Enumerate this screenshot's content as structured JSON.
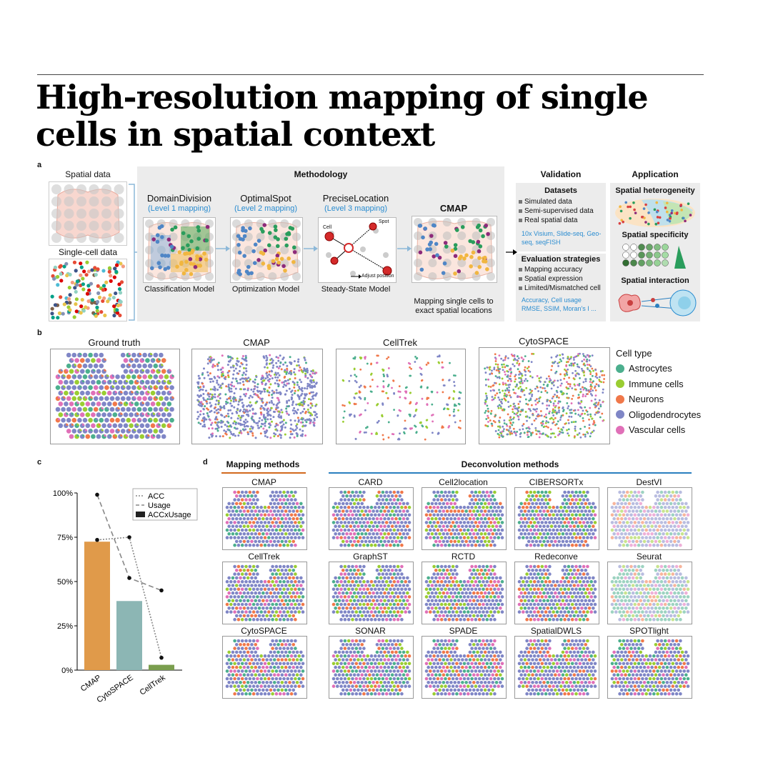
{
  "header": {
    "title": "High-resolution mapping of single cells in spatial context"
  },
  "panel_labels": {
    "a": "a",
    "b": "b",
    "c": "c",
    "d": "d"
  },
  "panel_a": {
    "spatial_data": "Spatial data",
    "single_cell_data": "Single-cell data",
    "methodology": "Methodology",
    "steps": [
      {
        "name": "DomainDivision",
        "level": "(Level 1 mapping)",
        "model": "Classification Model"
      },
      {
        "name": "OptimalSpot",
        "level": "(Level 2 mapping)",
        "model": "Optimization Model"
      },
      {
        "name": "PreciseLocation",
        "level": "(Level 3 mapping)",
        "model": "Steady-State Model"
      }
    ],
    "precise_labels": {
      "cell": "Cell",
      "spot": "Spot",
      "adjust": "Adjust position"
    },
    "cmap": {
      "title": "CMAP",
      "caption": "Mapping single cells to exact spatial locations"
    },
    "validation": {
      "title": "Validation",
      "datasets_title": "Datasets",
      "datasets": [
        "Simulated data",
        "Semi-supervised data",
        "Real spatial data"
      ],
      "datasets_examples": "10x Visium, Slide-seq, Geo-seq, seqFISH",
      "eval_title": "Evaluation strategies",
      "eval": [
        "Mapping accuracy",
        "Spatial expression",
        "Limited/Mismatched cell"
      ],
      "eval_metrics": "Accuracy, Cell usage RMSE, SSIM, Moran's I ..."
    },
    "application": {
      "title": "Application",
      "items": [
        "Spatial heterogeneity",
        "Spatial specificity",
        "Spatial interaction"
      ]
    }
  },
  "panel_b": {
    "titles": [
      "Ground truth",
      "CMAP",
      "CellTrek",
      "CytoSPACE"
    ],
    "legend_title": "Cell type",
    "legend": [
      {
        "name": "Astrocytes",
        "color": "#4caf8e"
      },
      {
        "name": "Immune cells",
        "color": "#9acd32"
      },
      {
        "name": "Neurons",
        "color": "#f0784a"
      },
      {
        "name": "Oligodendrocytes",
        "color": "#7f86c6"
      },
      {
        "name": "Vascular cells",
        "color": "#e070b8"
      }
    ]
  },
  "chart_data": {
    "type": "bar",
    "categories": [
      "CMAP",
      "CytoSPACE",
      "CellTrek"
    ],
    "series": [
      {
        "name": "ACCxUsage",
        "values": [
          72.5,
          39,
          3
        ],
        "colors": [
          "#e09a4a",
          "#8cb6b4",
          "#7a9e4e"
        ]
      },
      {
        "name": "ACC",
        "values": [
          73.5,
          75,
          7
        ],
        "style": "dotted"
      },
      {
        "name": "Usage",
        "values": [
          99,
          52,
          45
        ],
        "style": "dashed"
      }
    ],
    "yticks": [
      "0%",
      "25%",
      "50%",
      "75%",
      "100%"
    ],
    "ylim": [
      0,
      100
    ]
  },
  "panel_d": {
    "mapping_header": "Mapping methods",
    "deconv_header": "Deconvolution methods",
    "mapping_color": "#d2691e",
    "deconv_color": "#2a7fbf",
    "mapping": [
      "CMAP",
      "CellTrek",
      "CytoSPACE"
    ],
    "deconv": [
      "CARD",
      "Cell2location",
      "CIBERSORTx",
      "DestVI",
      "GraphST",
      "RCTD",
      "Redeconve",
      "Seurat",
      "SONAR",
      "SPADE",
      "SpatialDWLS",
      "SPOTlight"
    ]
  }
}
